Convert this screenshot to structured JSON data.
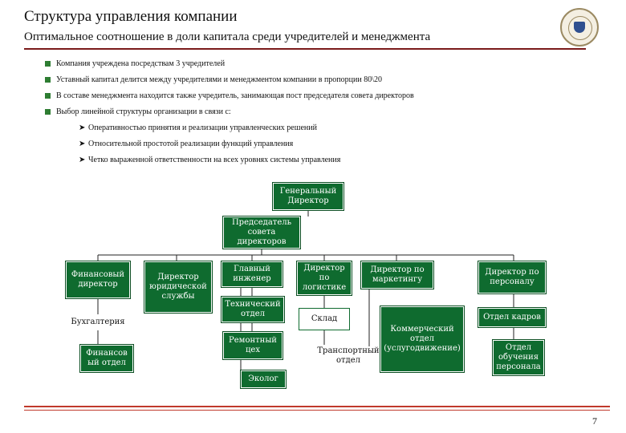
{
  "header": {
    "title": "Структура управления компании",
    "subtitle": "Оптимальное соотношение в доли капитала среди учредителей и менеджмента"
  },
  "bullets": [
    "Компания учреждена посредствам 3 учредителей",
    "Уставный капитал делится между учредителями и менеджментом компании в пропорции 80\\20",
    "В составе менеджмента находится также учредитель, занимающая пост председателя совета директоров",
    "Выбор линейной структуры организации в связи с:"
  ],
  "subbullets": [
    "Оперативностью принятия и реализации управленческих решений",
    "Относительной простотой реализации функций управления",
    "Четко выраженной ответственности на всех уровнях системы управления"
  ],
  "org": {
    "general_director": "Генеральный Директор",
    "chairman": "Председатель совета директоров",
    "finance_director": "Финансовый директор",
    "accounting": "Бухгалтерия",
    "finance_dept": "Финансов ый отдел",
    "legal_director": "Директор юридической службы",
    "chief_engineer": "Главный инженер",
    "technical_dept": "Технический отдел",
    "repair_shop": "Ремонтный цех",
    "ecologist": "Эколог",
    "logistics_director": "Директор по логистике",
    "warehouse": "Склад",
    "transport_dept": "Транспортный отдел",
    "marketing_director": "Директор по маркетингу",
    "commercial_dept": "Коммерческий отдел (услугодвижение)",
    "hr_director": "Директор по персоналу",
    "hr_dept": "Отдел кадров",
    "training_dept": "Отдел обучения персонала"
  },
  "footer": {
    "page": "7"
  },
  "colors": {
    "box": "#0f6b2f",
    "accent_rule": "#7a1a1a",
    "bottom_rule": "#c0392b",
    "bullet": "#2e7d32"
  }
}
